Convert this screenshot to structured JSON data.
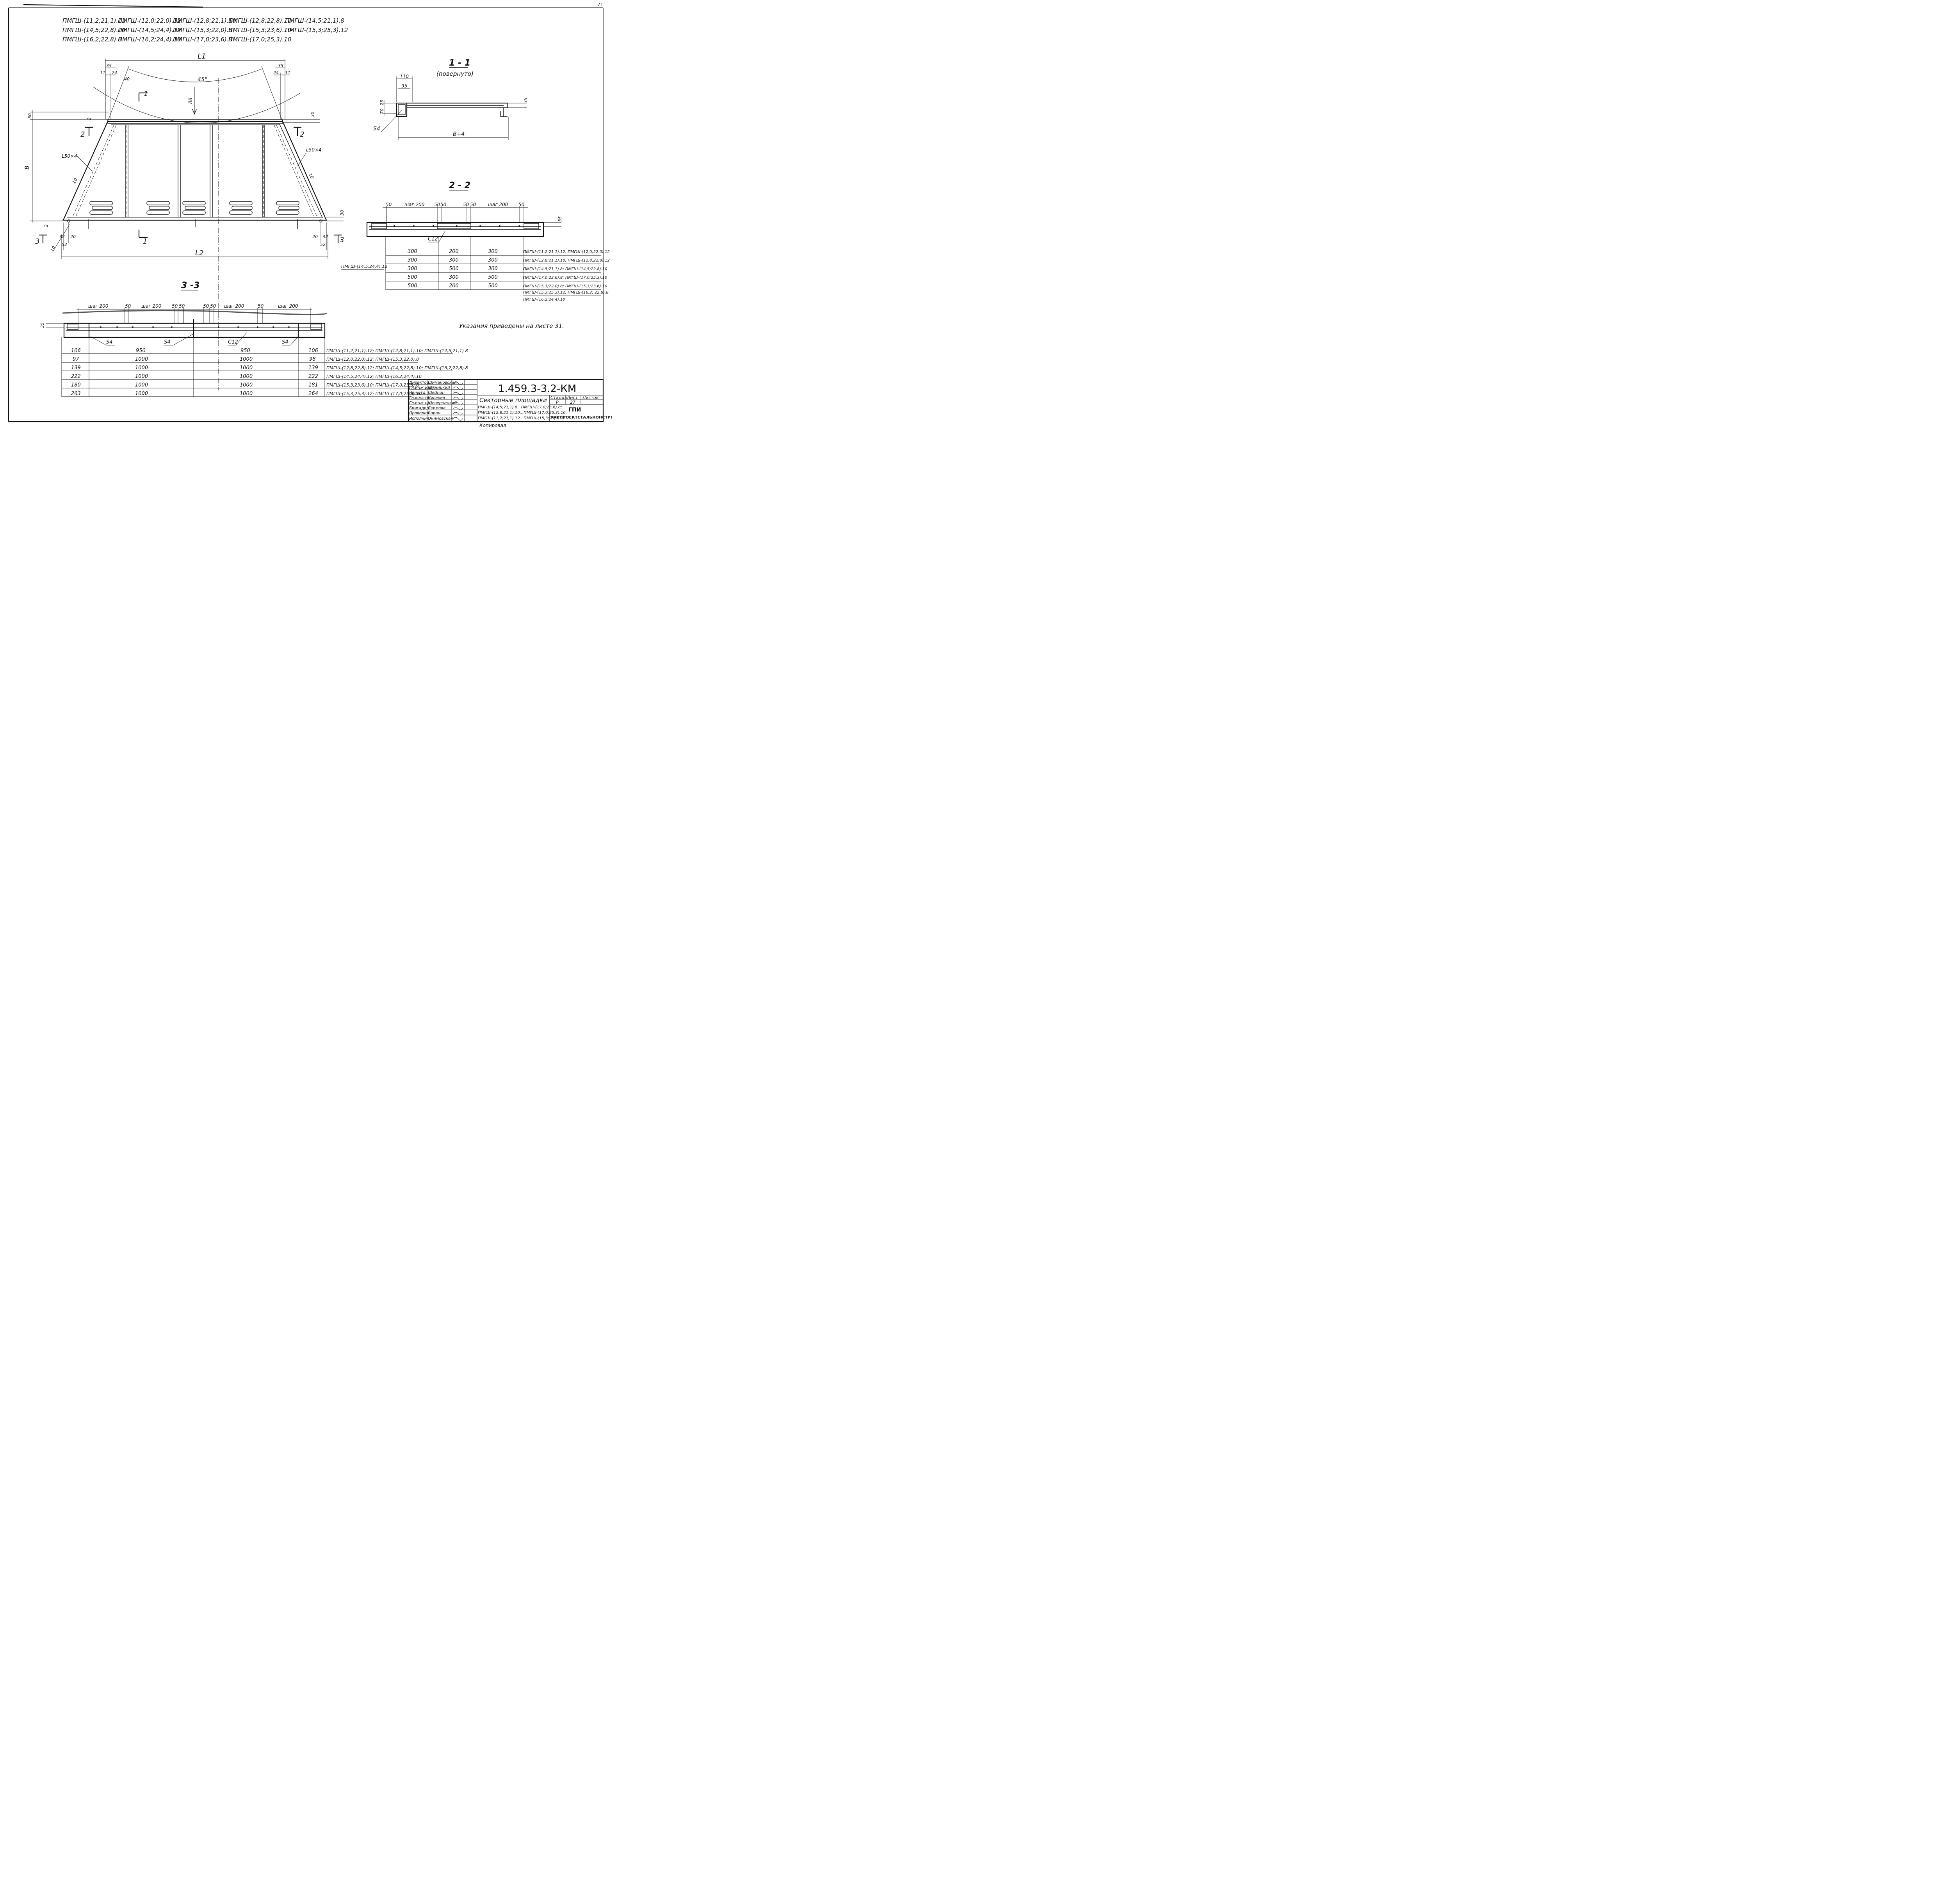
{
  "page_number": "71",
  "header_marks": [
    "ПМГШ-(11,2;21,1).12",
    "ПМГШ-(12,0;22,0).12",
    "ПМГШ-(12,8;21,1).10",
    "ПМГШ-(12,8;22,8).12",
    "ПМГШ-(14,5;21,1).8",
    "ПМГШ-(14,5;22,8).10",
    "ПМГШ-(14,5;24,4).12",
    "ПМГШ-(15,3;22,0).8",
    "ПМГШ-(15,3;23,6).10",
    "ПМГШ-(15,3;25,3).12",
    "ПМГШ-(16,2;22,8).8",
    "ПМГШ-(16,2;24,4).10",
    "ПМГШ-(17,0;23,6).8",
    "ПМГШ-(17,0;25,3).10"
  ],
  "plan": {
    "L1": "L1",
    "L2": "L2",
    "B": "B",
    "angle": "45°",
    "rad": "Л8",
    "angle_label_left": "L50×4",
    "angle_label_right": "L50×4",
    "weld_left": "10",
    "weld_right": "10",
    "dims": {
      "d35l": "35",
      "d11l": "11",
      "d24l": "24",
      "d40": "40",
      "d35r": "35",
      "d24r": "24",
      "d11r": "11",
      "d50": "50",
      "d2top": "2",
      "d30top": "30",
      "d2bot": "2",
      "d30bot": "30",
      "d32l": "32",
      "d20l": "20",
      "d52l": "52",
      "d10l": "10",
      "d20r": "20",
      "d32r": "32",
      "d52r": "52"
    },
    "cut1": "1",
    "cut2": "2",
    "cut3": "3"
  },
  "section11": {
    "title": "1 - 1",
    "subtitle": "(повернуто)",
    "d110": "110",
    "d95": "95",
    "d70": "70",
    "d25": "25",
    "d35": "35",
    "s4": "S4",
    "b4": "B+4"
  },
  "section22": {
    "title": "2 - 2",
    "dims": [
      "50",
      "шаг 200",
      "50",
      "50",
      "50",
      "50",
      "шаг 200",
      "50"
    ],
    "d35": "35",
    "channel": "С12",
    "outside_label": "ПМГШ-(14,5;24,4).12",
    "rows": [
      {
        "a": "300",
        "b": "200",
        "c": "300",
        "marks": "ПМГШ-(11,2;21,1).12; ПМГШ-(12,0;22,0).12"
      },
      {
        "a": "300",
        "b": "300",
        "c": "300",
        "marks": "ПМГШ-(12,8;21,1).10; ПМГШ-(12,8;22,8).12"
      },
      {
        "a": "300",
        "b": "500",
        "c": "300",
        "marks": "ПМГШ-(14,5;21,1).8; ПМГШ-(14,5;22,8).10"
      },
      {
        "a": "500",
        "b": "300",
        "c": "500",
        "marks": "ПМГШ-(17,0;23,6).8; ПМГШ-(17,0;25,3).10"
      },
      {
        "a": "500",
        "b": "200",
        "c": "500",
        "marks": "ПМГШ-(15,3;22,0).8; ПМГШ-(15,3;23,6).10"
      }
    ],
    "extra_marks": [
      "ПМГШ-(15,3;25,3).12; ПМГШ-(16,2; 22,8).8",
      "ПМГШ-(16,2;24,4).10"
    ]
  },
  "section33": {
    "title": "3 -3",
    "dims": [
      "шаг 200",
      "50",
      "шаг 200",
      "50",
      "50",
      "50",
      "50",
      "шаг 200",
      "50",
      "шаг 200"
    ],
    "d35": "35",
    "s4_labels": [
      "S4",
      "S4",
      "S4"
    ],
    "channel": "С12",
    "rows": [
      {
        "a": "106",
        "b": "950",
        "c": "950",
        "d": "106",
        "marks": "ПМГШ-(11,2;21,1).12; ПМГШ-(12,8;21,1).10; ПМГШ-(14,5;21,1) 8"
      },
      {
        "a": "97",
        "b": "1000",
        "c": "1000",
        "d": "98",
        "marks": "ПМГШ-(12,0;22,0).12; ПМГШ-(15,3;22,0).8"
      },
      {
        "a": "139",
        "b": "1000",
        "c": "1000",
        "d": "139",
        "marks": "ПМГШ-(12,8;22,8).12; ПМГШ-(14,5;22,8).10; ПМГШ-(16,2;22,8).8"
      },
      {
        "a": "222",
        "b": "1000",
        "c": "1000",
        "d": "222",
        "marks": "ПМГШ-(14,5;24,4).12; ПМГШ-(16,2;24,4).10"
      },
      {
        "a": "180",
        "b": "1000",
        "c": "1000",
        "d": "181",
        "marks": "ПМГШ-(15,3;23,6).10; ПМГШ-(17,0;23,6).8"
      },
      {
        "a": "263",
        "b": "1000",
        "c": "1000",
        "d": "264",
        "marks": "ПМГШ-(15,3;25,3).12; ПМГШ-(17,0;25,3).10"
      }
    ]
  },
  "note": "Указания приведены на листе 31.",
  "title_block": {
    "doc_code": "1.459.3-3.2-КМ",
    "roles": [
      {
        "role": "Директор",
        "name": "Шимановский"
      },
      {
        "role": "Гл.инж.инст",
        "name": "Шумицкий"
      },
      {
        "role": "Нач.отд.",
        "name": "Шейнин"
      },
      {
        "role": "Гл.констр.",
        "name": "Киселев"
      },
      {
        "role": "Гл.инж.пр.",
        "name": "Шеверницкий"
      },
      {
        "role": "Бригадир",
        "name": "Якимова"
      },
      {
        "role": "Проверил",
        "name": "Баран"
      },
      {
        "role": "Исполнил",
        "name": "Онимовская"
      }
    ],
    "title": "Секторные площадки",
    "title_lines": [
      "ПМГШ-(14,5;21,1).8...ПМГШ-(17,0;23,6).8;",
      "ПМГШ-(12,8;21,1).10...ПМГШ-(17,0;25,3).10;",
      "ПМГШ-(11,2;21,1).12...ПМГШ-(15,3;25,3).12"
    ],
    "stage_label": "Стадия",
    "sheet_label": "Лист",
    "sheets_label": "Листов",
    "stage": "Р",
    "sheet": "27",
    "org_logo": "ГПИ",
    "org": "УКРПРОЕКТСТАЛЬКОНСТРУКЦИЯ",
    "copied": "Копировал"
  }
}
